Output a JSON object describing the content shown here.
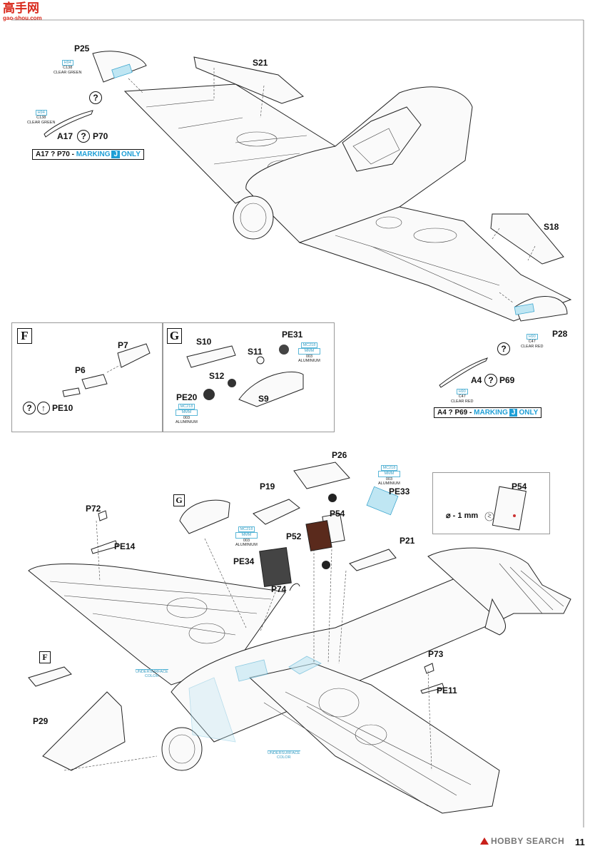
{
  "watermark_top": {
    "site": "高手网",
    "url": "gao-shou.com"
  },
  "watermark_bottom": {
    "brand": "HOBBY SEARCH"
  },
  "page_number": "11",
  "upper_section": {
    "labels": {
      "p25": "P25",
      "s21": "S21",
      "s18": "S18",
      "p28": "P28",
      "a17_p70": "A17 ? P70",
      "a4_p69": "A4 ? P69"
    },
    "a17_label": "A17",
    "p70_label": "P70",
    "a4_label": "A4",
    "p69_label": "P69",
    "paint_p25": {
      "code1": "H94",
      "code2": "C138",
      "name": "CLEAR GREEN"
    },
    "paint_a17": {
      "code1": "H94",
      "code2": "C138",
      "name": "CLEAR GREEN"
    },
    "paint_p28": {
      "code1": "H90",
      "code2": "C47",
      "name": "CLEAR RED"
    },
    "paint_a4": {
      "code1": "H90",
      "code2": "C47",
      "name": "CLEAR RED"
    },
    "marking_note_left": {
      "prefix": "A17 ? P70 - ",
      "word": "MARKING",
      "letter": "J",
      "suffix": "ONLY"
    },
    "marking_note_right": {
      "prefix": "A4 ? P69 - ",
      "word": "MARKING",
      "letter": "J",
      "suffix": "ONLY"
    },
    "question_mark": "?"
  },
  "panel_f": {
    "letter": "F",
    "labels": {
      "p7": "P7",
      "p6": "P6",
      "pe10": "PE10"
    }
  },
  "panel_g": {
    "letter": "G",
    "labels": {
      "s10": "S10",
      "pe31": "PE31",
      "s11": "S11",
      "s12": "S12",
      "pe20": "PE20",
      "s9": "S9"
    },
    "paint_pe31": {
      "code1": "MC218",
      "code2": "MMM",
      "code3": "003",
      "name": "ALUMINIUM"
    },
    "paint_pe20": {
      "code1": "MC218",
      "code2": "MMM",
      "code3": "003",
      "name": "ALUMINIUM"
    }
  },
  "lower_section": {
    "labels": {
      "p26": "P26",
      "p19": "P19",
      "pe33": "PE33",
      "p54": "P54",
      "p52": "P52",
      "p21": "P21",
      "pe34": "PE34",
      "p72": "P72",
      "pe14": "PE14",
      "p74": "P74",
      "p73": "P73",
      "pe11": "PE11",
      "p29": "P29"
    },
    "detail_label": "P54",
    "drill_note": "⌀ - 1 mm",
    "ref_g": "G",
    "ref_f": "F",
    "paint_pe33": {
      "code1": "MC218",
      "code2": "MMM",
      "code3": "003",
      "name": "ALUMINIUM"
    },
    "paint_pe34": {
      "code1": "MC218",
      "code2": "MMM",
      "code3": "003",
      "name": "ALUMINIUM"
    },
    "undersurface_1": {
      "line1": "UNDERSURFACE",
      "line2": "COLOR"
    },
    "undersurface_2": {
      "line1": "UNDERSURFACE",
      "line2": "COLOR"
    }
  }
}
